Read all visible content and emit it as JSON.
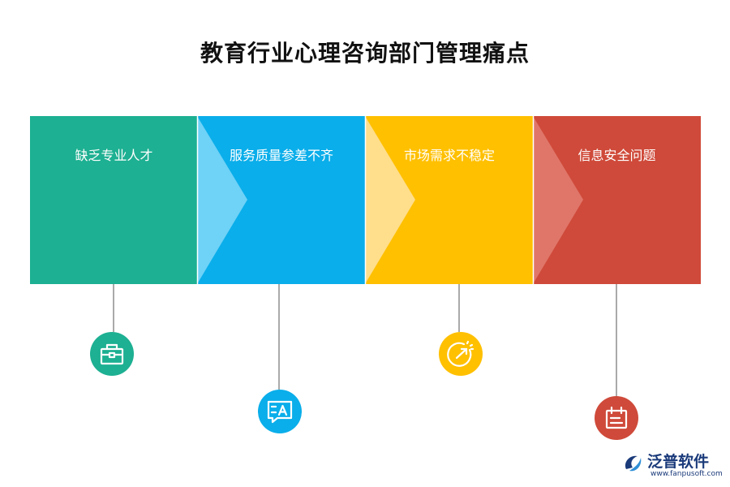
{
  "title": "教育行业心理咨询部门管理痛点",
  "steps": [
    {
      "label": "缺乏专业人才",
      "color": "#1db092",
      "icon": "briefcase-icon"
    },
    {
      "label": "服务质量参差不齐",
      "color": "#0aaeea",
      "icon": "message-icon"
    },
    {
      "label": "市场需求不稳定",
      "color": "#ffc000",
      "icon": "gauge-icon"
    },
    {
      "label": "信息安全问题",
      "color": "#cf4a3a",
      "icon": "calendar-icon"
    }
  ],
  "arrow_tints": [
    "#6fd2f7",
    "#ffde8c",
    "#e0766a"
  ],
  "logo": {
    "name": "泛普软件",
    "url": "www.fanpusoft.com",
    "color": "#1a3a7a"
  }
}
